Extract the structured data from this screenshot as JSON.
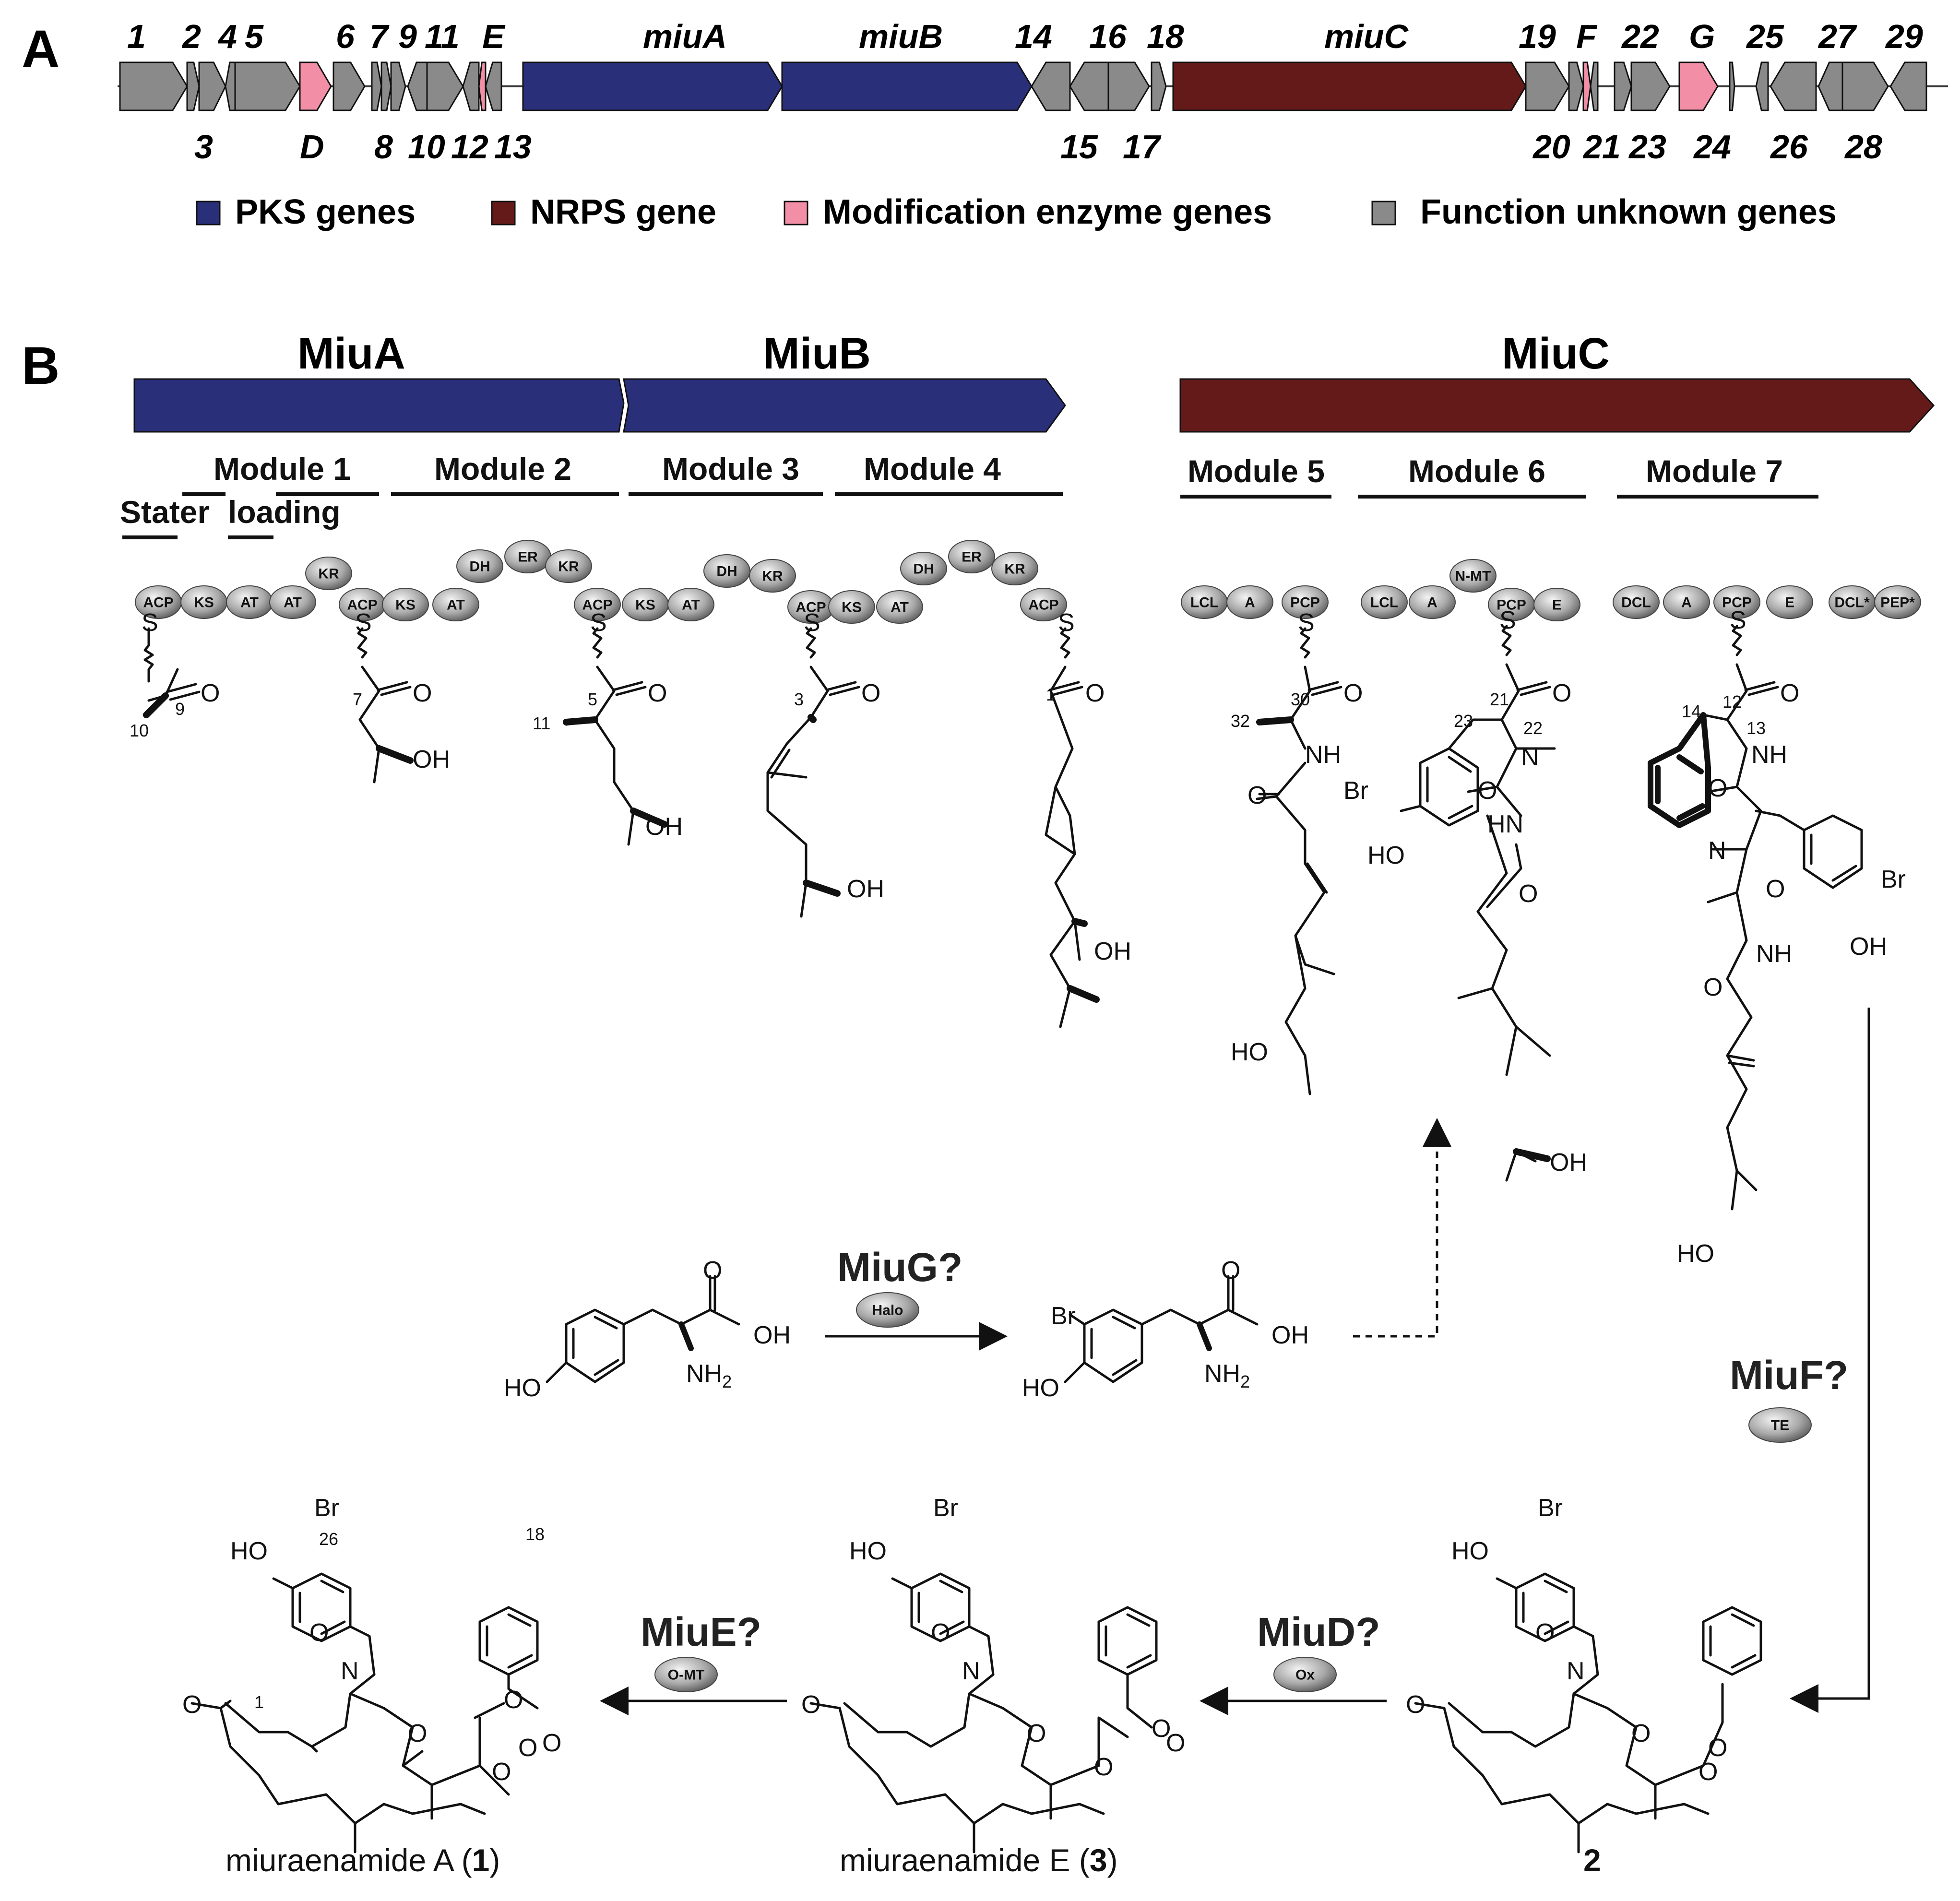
{
  "panel_a": {
    "label": "A",
    "genes_top": [
      "1",
      "2",
      "4",
      "5",
      "E",
      "6",
      "7",
      "9",
      "11",
      "miuA",
      "miuB",
      "14",
      "16",
      "18",
      "miuC",
      "19",
      "F",
      "22",
      "G",
      "25",
      "27",
      "29"
    ],
    "genes_bottom": [
      "3",
      "D",
      "8",
      "10",
      "12",
      "13",
      "15",
      "17",
      "20",
      "21",
      "23",
      "24",
      "26",
      "28"
    ],
    "legend": [
      {
        "label": "PKS genes",
        "color": "#2a2f7a"
      },
      {
        "label": "NRPS gene",
        "color": "#651a1a"
      },
      {
        "label": "Modification enzyme genes",
        "color": "#f28fa6"
      },
      {
        "label": "Function unknown genes",
        "color": "#8a8a8a"
      }
    ]
  },
  "panel_b": {
    "label": "B",
    "proteins": [
      {
        "name": "MiuA",
        "color": "#2a2f7a"
      },
      {
        "name": "MiuB",
        "color": "#2a2f7a"
      },
      {
        "name": "MiuC",
        "color": "#651a1a"
      }
    ],
    "modules": [
      "Module 1",
      "Module 2",
      "Module 3",
      "Module 4",
      "Module 5",
      "Module 6",
      "Module 7"
    ],
    "starter_labels": [
      "Stater",
      "loading"
    ],
    "domains_pks": [
      "ACP",
      "KS",
      "AT",
      "AT",
      "KR",
      "ACP",
      "KS",
      "AT",
      "DH",
      "ER",
      "KR",
      "ACP",
      "KS",
      "AT",
      "DH",
      "KR",
      "ACP",
      "KS",
      "AT",
      "DH",
      "ER",
      "KR",
      "ACP"
    ],
    "domains_nrps": [
      "LCL",
      "A",
      "PCP",
      "LCL",
      "A",
      "N-MT",
      "PCP",
      "E",
      "DCL",
      "A",
      "PCP",
      "E",
      "DCL*",
      "PEP*"
    ],
    "enzymes": [
      {
        "name": "MiuG?",
        "domain": "Halo"
      },
      {
        "name": "MiuF?",
        "domain": "TE"
      },
      {
        "name": "MiuD?",
        "domain": "Ox"
      },
      {
        "name": "MiuE?",
        "domain": "O-MT"
      }
    ],
    "atoms": {
      "S": "S",
      "O": "O",
      "OH": "OH",
      "NH": "NH",
      "HN": "HN",
      "N": "N",
      "Br": "Br",
      "HO": "HO",
      "NH2": "NH",
      "sub2": "2"
    },
    "numbers": [
      "10",
      "9",
      "7",
      "5",
      "3",
      "1",
      "11",
      "30",
      "32",
      "21",
      "22",
      "23",
      "12",
      "13",
      "14",
      "26",
      "18",
      "1"
    ],
    "compounds": [
      {
        "name": "miuraenamide A (",
        "num": "1",
        "close": ")"
      },
      {
        "name": "miuraenamide E (",
        "num": "3",
        "close": ")"
      },
      {
        "name": "",
        "num": "2",
        "close": ""
      }
    ]
  }
}
